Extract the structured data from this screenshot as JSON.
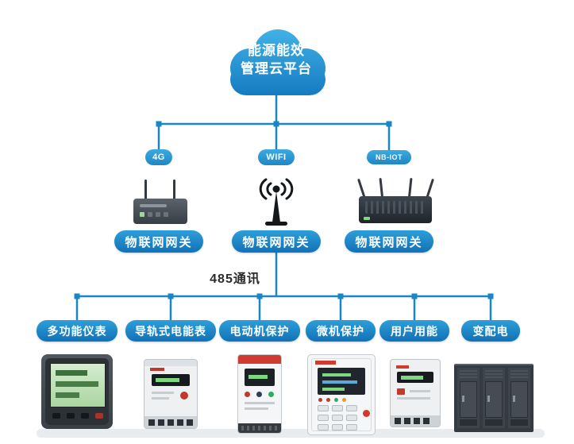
{
  "cloud": {
    "line1": "能源能效",
    "line2": "管理云平台"
  },
  "gateways": [
    {
      "badge": "4G",
      "label": "物联网网关",
      "icon": "router-4g-icon"
    },
    {
      "badge": "WIFI",
      "label": "物联网网关",
      "icon": "wifi-antenna-icon"
    },
    {
      "badge": "NB-IOT",
      "label": "物联网网关",
      "icon": "router-nbiot-icon"
    }
  ],
  "bus": {
    "label": "485通讯"
  },
  "devices": [
    {
      "label": "多功能仪表",
      "image": "multifunction-meter-image"
    },
    {
      "label": "导轨式电能表",
      "image": "din-rail-energy-meter-image"
    },
    {
      "label": "电动机保护",
      "image": "motor-protection-device-image"
    },
    {
      "label": "微机保护",
      "image": "microcomputer-protection-image"
    },
    {
      "label": "用户用能",
      "image": "user-energy-meter-image"
    },
    {
      "label": "变配电",
      "image": "switchgear-cabinet-image"
    }
  ],
  "colors": {
    "line": "#1a86c8",
    "cloud_top": "#41b1e5",
    "cloud_bottom": "#1378bf",
    "button_top": "#2d9fda",
    "button_bottom": "#1271b5",
    "label_text": "#2b2b2b"
  }
}
